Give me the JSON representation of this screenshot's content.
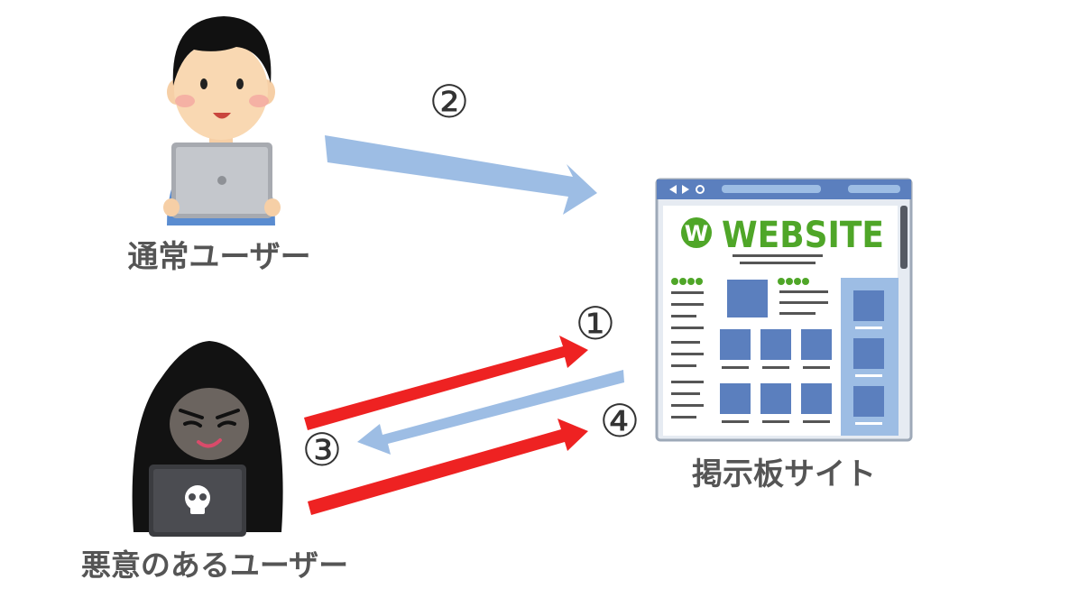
{
  "actors": {
    "normal_user": {
      "label": "通常ユーザー"
    },
    "malicious_user": {
      "label": "悪意のあるユーザー"
    },
    "bbs_site": {
      "label": "掲示板サイト"
    }
  },
  "website": {
    "logo_letter": "W",
    "logo_text": "WEBSITE"
  },
  "steps": {
    "s1": "①",
    "s2": "②",
    "s3": "③",
    "s4": "④"
  },
  "colors": {
    "attack_arrow": "#ee2222",
    "response_arrow": "#9dbde4",
    "site_blue": "#5b7fbe",
    "site_green": "#4fa628",
    "label_text": "#555555"
  }
}
